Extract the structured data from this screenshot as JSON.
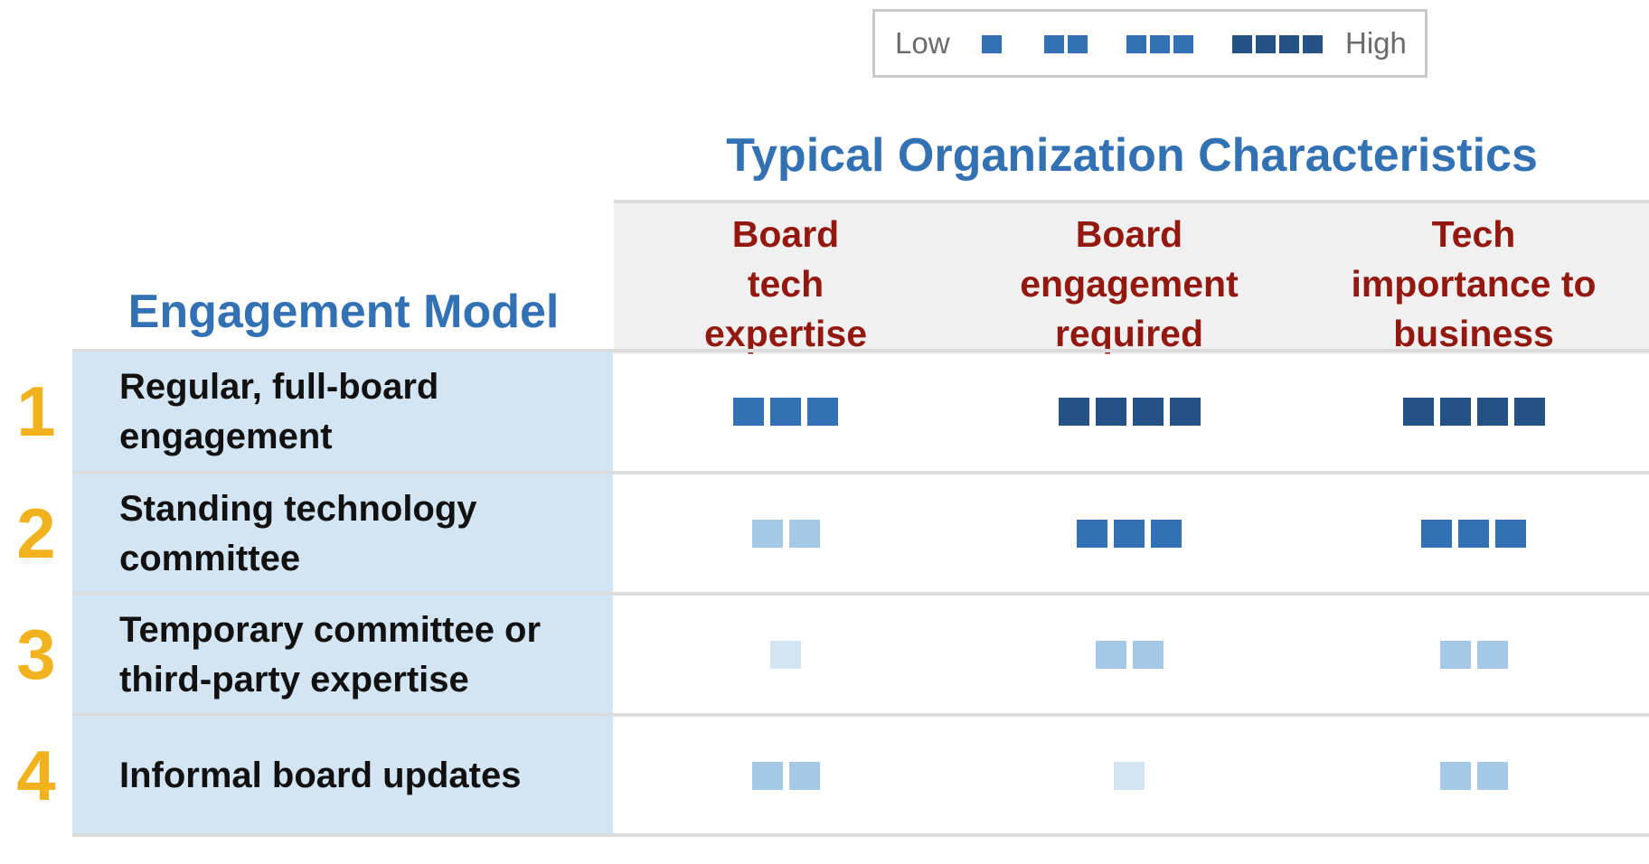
{
  "legend": {
    "low_label": "Low",
    "high_label": "High",
    "levels": [
      {
        "count": 1,
        "color": "#3371b5"
      },
      {
        "count": 2,
        "color": "#3371b5"
      },
      {
        "count": 3,
        "color": "#3371b5"
      },
      {
        "count": 4,
        "color": "#245185"
      }
    ]
  },
  "group_title": "Typical Organization Characteristics",
  "model_title": "Engagement Model",
  "columns": [
    {
      "lines": [
        "Board",
        "tech",
        "expertise"
      ]
    },
    {
      "lines": [
        "Board",
        "engagement",
        "required"
      ]
    },
    {
      "lines": [
        "Tech",
        "importance to",
        "business"
      ]
    }
  ],
  "level_colors": {
    "1": "#d3e4f3",
    "2": "#a6c8e7",
    "3": "#3371b5",
    "4": "#245185"
  },
  "rows": [
    {
      "number": "1",
      "label": "Regular, full-board engagement",
      "levels": [
        3,
        4,
        4
      ]
    },
    {
      "number": "2",
      "label": "Standing technology committee",
      "levels": [
        2,
        3,
        3
      ]
    },
    {
      "number": "3",
      "label": "Temporary committee or third-party expertise",
      "levels": [
        1,
        2,
        2
      ]
    },
    {
      "number": "4",
      "label": "Informal board updates",
      "levels": [
        2,
        1,
        2
      ]
    }
  ],
  "colors": {
    "title_blue": "#3371b5",
    "header_red": "#931810",
    "number_gold": "#f2b21d",
    "label_bg": "#d3e4f3",
    "header_bg": "#f0f0f0"
  }
}
